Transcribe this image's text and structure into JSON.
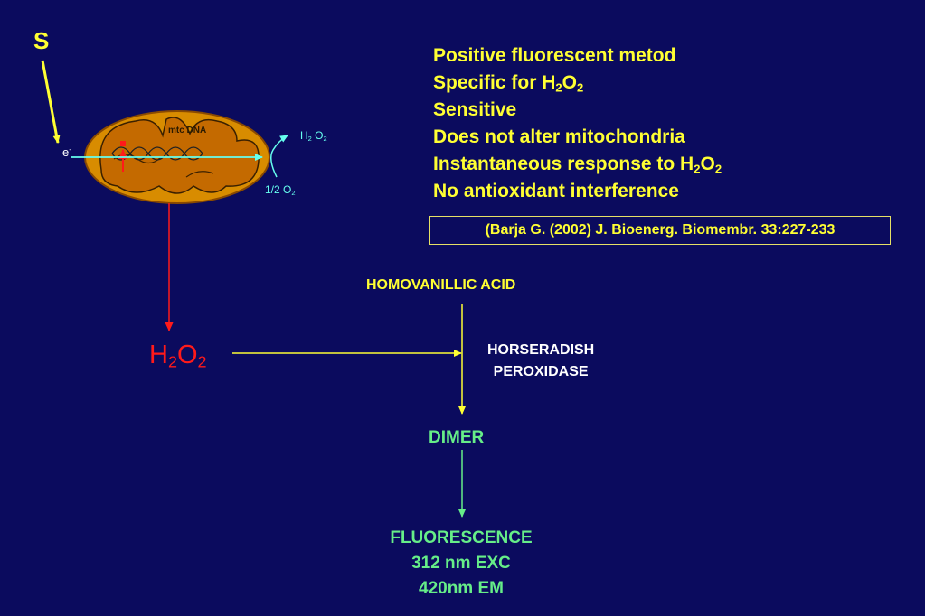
{
  "slide": {
    "properties": [
      {
        "text": "Positive fluorescent metod"
      },
      {
        "text": "Specific for H",
        "sub1": "2",
        "mid": "O",
        "sub2": "2"
      },
      {
        "text": "Sensitive"
      },
      {
        "text": "Does not alter mitochondria"
      },
      {
        "text": "Instantaneous response to H",
        "sub1": "2",
        "mid": "O",
        "sub2": "2"
      },
      {
        "text": "No antioxidant interference"
      }
    ],
    "citation": "(Barja G. (2002) J. Bioenerg. Biomembr. 33:227-233"
  },
  "mitochondrion": {
    "substrate_label": "S",
    "electron_label": "e",
    "electron_charge": "-",
    "dna_label": "mtc DNA",
    "product_h2o2": {
      "h": "H",
      "sub1": "2",
      "o": " O",
      "sub2": "2"
    },
    "oxygen_label": {
      "prefix": "1/2 O",
      "sub": "2"
    }
  },
  "pathway": {
    "h2o2": {
      "h": "H",
      "sub1": "2",
      "o": "O",
      "sub2": "2"
    },
    "substrate": "HOMOVANILLIC ACID",
    "enzyme_line1": "HORSERADISH",
    "enzyme_line2": "PEROXIDASE",
    "product": "DIMER",
    "output": {
      "title": "FLUORESCENCE",
      "excitation": "312 nm EXC",
      "emission": "420nm EM"
    }
  },
  "colors": {
    "background": "#0b0b5e",
    "text_primary": "#ffff33",
    "accent_red": "#ff1a1a",
    "accent_green": "#66ee88",
    "mito_outer": "#d88c00",
    "mito_inner": "#c46a00",
    "arrow_cyan": "#66ffee"
  }
}
